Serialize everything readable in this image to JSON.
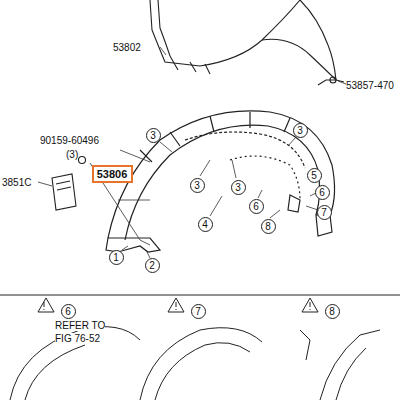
{
  "diagram": {
    "nodes": [
      {
        "text": [
          "3"
        ]
      },
      {
        "text": [
          "53806"
        ]
      },
      {
        "text": [
          "3"
        ]
      },
      {
        "text": [
          "5"
        ]
      },
      {
        "text": [
          "3"
        ]
      },
      {
        "text": [
          "3"
        ]
      },
      {
        "text": [
          "6"
        ]
      },
      {
        "text": [
          "6"
        ]
      },
      {
        "text": [
          "7"
        ]
      },
      {
        "text": [
          "4"
        ]
      },
      {
        "text": [
          "8"
        ]
      },
      {
        "text": [
          "1"
        ]
      },
      {
        "text": [
          "2"
        ]
      },
      {
        "text": [
          "6"
        ]
      },
      {
        "text": [
          "7"
        ]
      },
      {
        "text": [
          "8"
        ]
      }
    ],
    "labels": [
      "53802",
      "53857-470",
      "90159-60496",
      "(3)",
      "3851C",
      "REFER TO",
      "FIG 76-52"
    ]
  }
}
